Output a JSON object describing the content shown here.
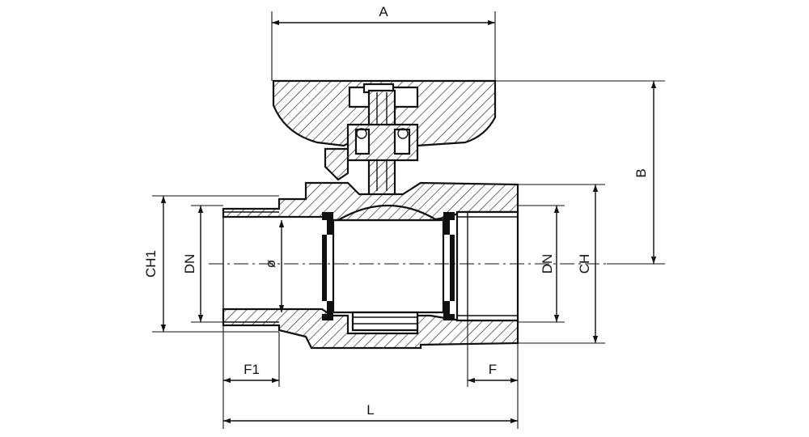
{
  "labels": {
    "A": "A",
    "B": "B",
    "CH1": "CH1",
    "DN_left": "DN",
    "diameter": "ø",
    "DN_right": "DN",
    "CH": "CH",
    "F1": "F1",
    "F": "F",
    "L": "L"
  }
}
